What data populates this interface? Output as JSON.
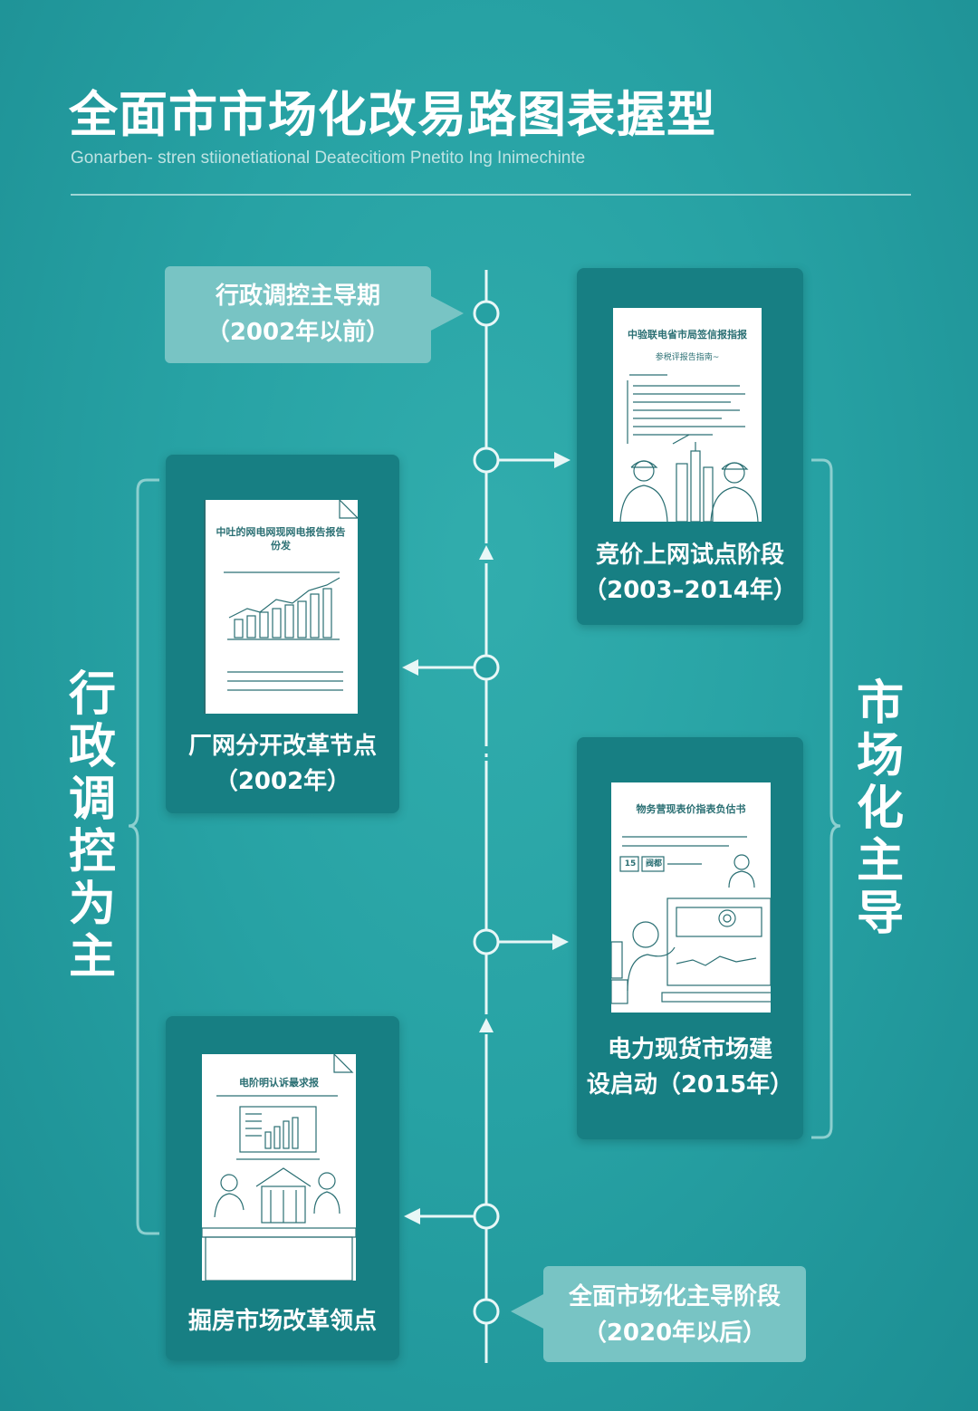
{
  "title": "全面市市场化改易路图表握型",
  "subtitle": "Gonarben- stren stiionetiational Deatecitiom Pnetito Ing Inimechinte",
  "left_bracket_label": [
    "行",
    "政",
    "调",
    "控",
    "为",
    "主"
  ],
  "right_bracket_label": [
    "市",
    "场",
    "化",
    "主",
    "导"
  ],
  "stages": {
    "admin_period": {
      "line1": "行政调控主导期",
      "line2": "（2002年以前）"
    },
    "bidding_pilot": {
      "line1": "竞价上网试点阶段",
      "line2": "（2003–2014年）",
      "doc_title": "中验联电省市局签信报指报",
      "doc_subtitle": "参税评报告指南~"
    },
    "separation": {
      "line1": "厂网分开改革节点",
      "line2": "（2002年）",
      "doc_title": "中吐的网电网现网电报告报告份发"
    },
    "spot_market": {
      "line1": "电力现货市场建",
      "line2": "设启动（2015年）",
      "doc_title": "物务营现表价指表负估书",
      "doc_fields": [
        "15",
        "阀都"
      ]
    },
    "market_reform": {
      "line1": "掘房市场改革领点",
      "doc_title": "电阶明认诉最求报"
    },
    "full_market": {
      "line1": "全面市场化主导阶段",
      "line2": "（2020年以后）"
    }
  },
  "colors": {
    "background": "#27a2a4",
    "card": "#177f83",
    "callout": "#78c4c4",
    "line": "#e8f7f7",
    "doc_ink": "#2a6f73"
  }
}
